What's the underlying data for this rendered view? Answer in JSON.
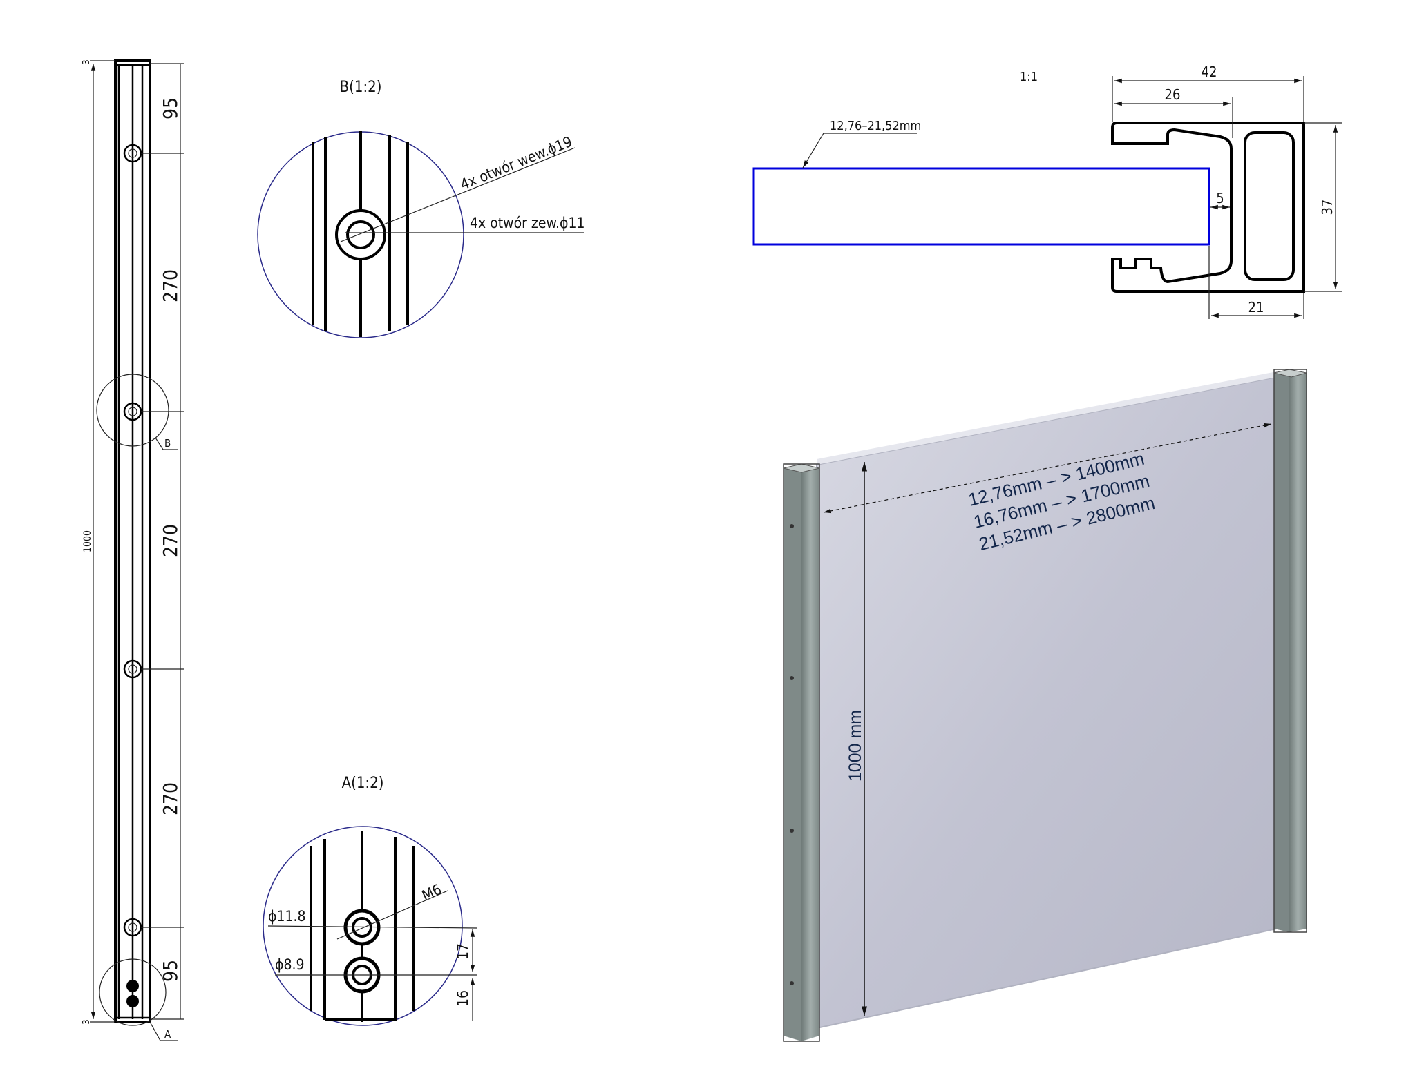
{
  "side_view": {
    "dim_total": "1000",
    "dim_top_offset": "3",
    "dim_bottom_offset": "3",
    "dims_right": [
      "95",
      "270",
      "270",
      "270",
      "95"
    ],
    "detail_b_marker": "B",
    "detail_a_marker": "A"
  },
  "detail_b": {
    "title": "B(1:2)",
    "note_inner": "4x otwór wew.ϕ19",
    "note_outer": "4x otwór zew.ϕ11"
  },
  "detail_a": {
    "title": "A(1:2)",
    "dia_upper": "ϕ11.8",
    "dia_lower": "ϕ8.9",
    "thread": "M6",
    "dim_spacing": "17",
    "dim_end": "16"
  },
  "profile": {
    "scale": "1:1",
    "glass_thickness": "12,76–21,52mm",
    "dim_width": "42",
    "dim_channel": "26",
    "dim_height": "37",
    "dim_back": "21",
    "dim_gap": "5",
    "glass_color": "#0000dd"
  },
  "panel_3d": {
    "height_label": "1000 mm",
    "width_rules": [
      "12,76mm – > 1400mm",
      "16,76mm – > 1700mm",
      "21,52mm – > 2800mm"
    ],
    "glass_color": "#c4c6d4",
    "post_color": "#8a9590"
  }
}
